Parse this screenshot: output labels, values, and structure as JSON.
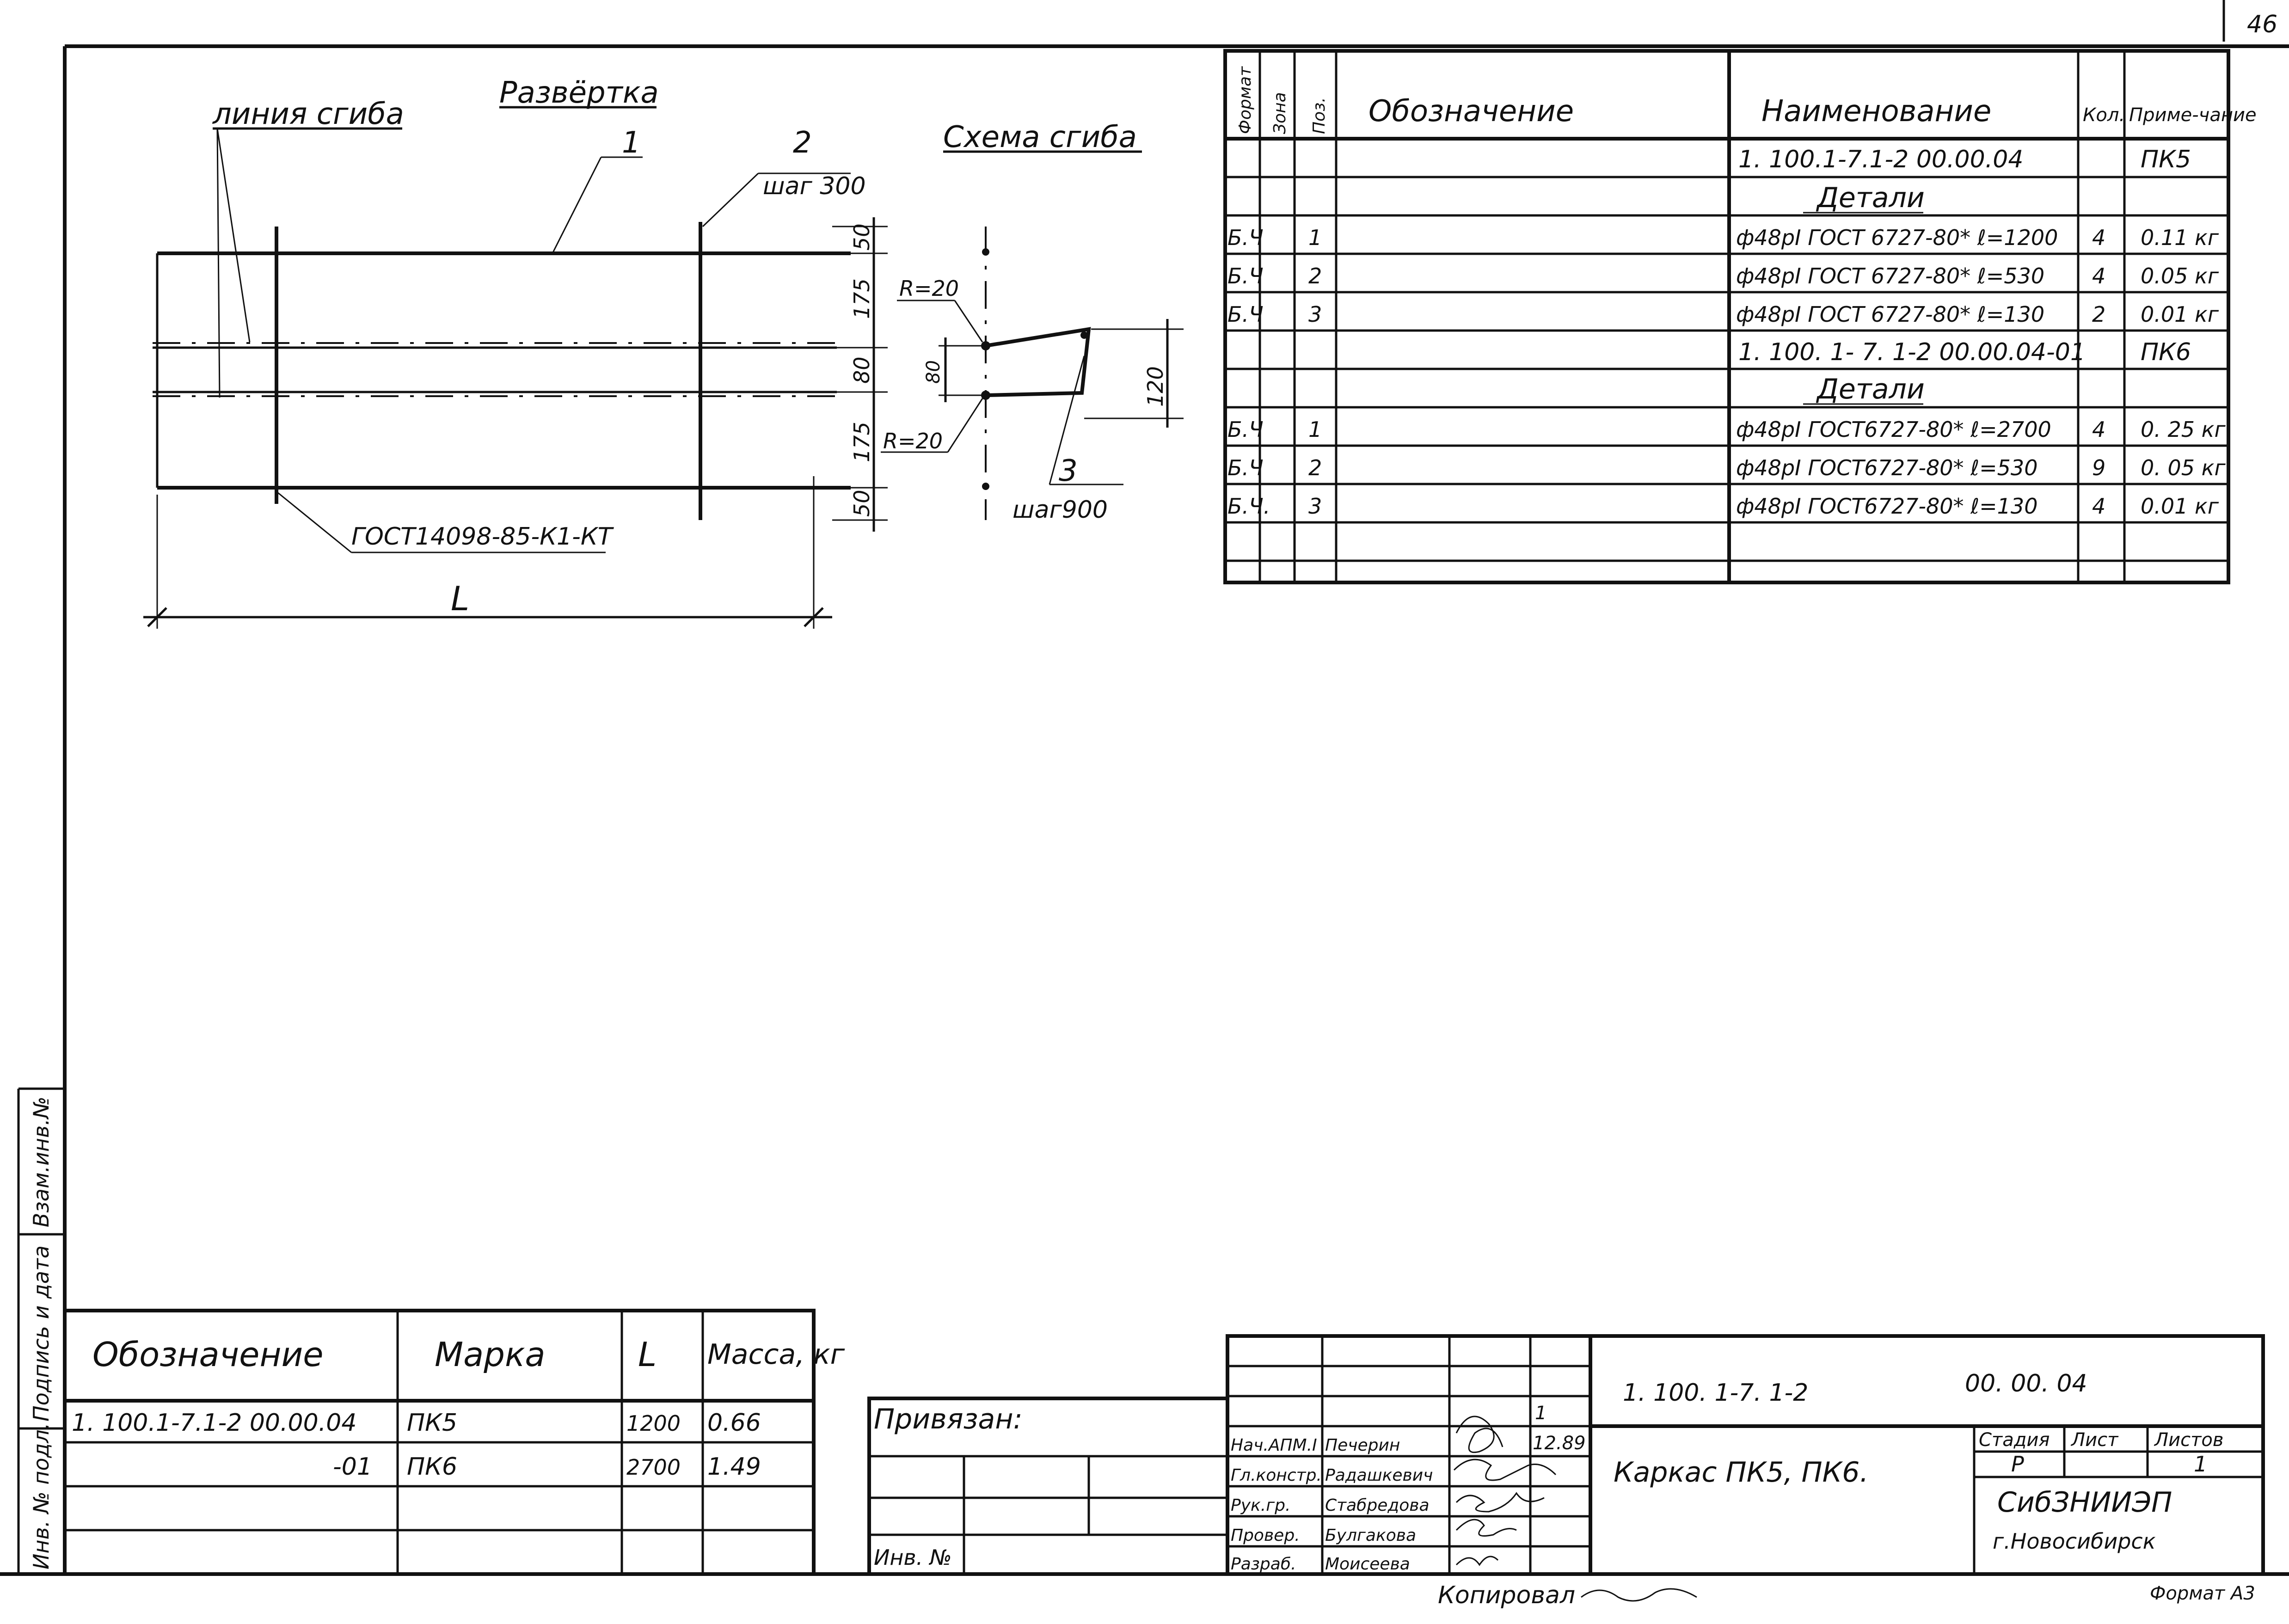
{
  "page_number": "46",
  "drawing": {
    "title_razvertka": "Развёртка",
    "bend_line_label": "линия сгиба",
    "bend_scheme_title": "Схема сгиба",
    "callout_1": "1",
    "callout_2": "2",
    "callout_3": "3",
    "step_300": "шаг 300",
    "step_900": "шаг900",
    "weld_ref": "ГОСТ14098-85-К1-КТ",
    "length_symbol": "L",
    "dims": {
      "d50a": "50",
      "d175a": "175",
      "d80": "80",
      "d175b": "175",
      "d50b": "50",
      "r20a": "R=20",
      "r20b": "R=20",
      "d80s": "80",
      "d120": "120"
    }
  },
  "spec_table": {
    "headers": {
      "format": "Формат",
      "zone": "Зона",
      "pos": "Поз.",
      "designation": "Обозначение",
      "name": "Наименование",
      "qty": "Кол.",
      "note": "Приме-чание"
    },
    "rows": [
      {
        "format": "",
        "pos": "",
        "name": "1. 100.1-7.1-2  00.00.04",
        "qty": "",
        "note": "ПК5"
      },
      {
        "format": "",
        "pos": "",
        "name": "Детали",
        "qty": "",
        "note": ""
      },
      {
        "format": "Б.Ч",
        "pos": "1",
        "name": "ф48рI ГОСТ 6727-80* ℓ=1200",
        "qty": "4",
        "note": "0.11 кг"
      },
      {
        "format": "Б.Ч",
        "pos": "2",
        "name": "ф48рI ГОСТ 6727-80* ℓ=530",
        "qty": "4",
        "note": "0.05 кг"
      },
      {
        "format": "Б.Ч",
        "pos": "3",
        "name": "ф48рI ГОСТ 6727-80* ℓ=130",
        "qty": "2",
        "note": "0.01 кг"
      },
      {
        "format": "",
        "pos": "",
        "name": "1. 100. 1- 7. 1-2  00.00.04-01",
        "qty": "",
        "note": "ПК6"
      },
      {
        "format": "",
        "pos": "",
        "name": "Детали",
        "qty": "",
        "note": ""
      },
      {
        "format": "Б.Ч",
        "pos": "1",
        "name": "ф48рI ГОСТ6727-80* ℓ=2700",
        "qty": "4",
        "note": "0. 25 кг"
      },
      {
        "format": "Б.Ч",
        "pos": "2",
        "name": "ф48рI ГОСТ6727-80* ℓ=530",
        "qty": "9",
        "note": "0. 05 кг"
      },
      {
        "format": "Б.Ч.",
        "pos": "3",
        "name": "ф48рI ГОСТ6727-80* ℓ=130",
        "qty": "4",
        "note": "0.01 кг"
      }
    ]
  },
  "marks_table": {
    "headers": {
      "designation": "Обозначение",
      "mark": "Марка",
      "length": "L",
      "mass": "Масса, кг"
    },
    "rows": [
      {
        "designation": "1. 100.1-7.1-2  00.00.04",
        "mark": "ПК5",
        "length": "1200",
        "mass": "0.66"
      },
      {
        "designation": "-01",
        "mark": "ПК6",
        "length": "2700",
        "mass": "1.49"
      }
    ]
  },
  "binding": {
    "label": "Привязан:",
    "inv": "Инв. №"
  },
  "side_stamp": {
    "vzam": "Взам.инв.№",
    "podpis": "Подпись и дата",
    "inv_podl": "Инв. № подл."
  },
  "title_block": {
    "doc_code": "1. 100. 1-7. 1-2",
    "doc_number": "00. 00. 04",
    "product": "Каркас ПК5, ПК6.",
    "stage_label": "Стадия",
    "sheet_label": "Лист",
    "sheets_label": "Листов",
    "stage": "Р",
    "sheet": "",
    "sheets": "1",
    "org": "СибЗНИИЭП",
    "city": "г.Новосибирск",
    "sheet_no": "1",
    "date": "12.89",
    "roles": [
      {
        "role": "Нач.АПМ.I",
        "name": "Печерин"
      },
      {
        "role": "Гл.констр.",
        "name": "Радашкевич"
      },
      {
        "role": "Рук.гр.",
        "name": "Стабредова"
      },
      {
        "role": "Провер.",
        "name": "Булгакова"
      },
      {
        "role": "Разраб.",
        "name": "Моисеева"
      }
    ]
  },
  "copied_by": "Копировал",
  "format": "Формат А3"
}
